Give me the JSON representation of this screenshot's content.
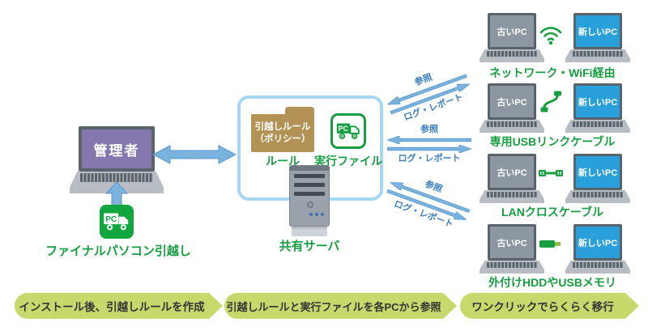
{
  "admin": {
    "screen_label": "管理者",
    "product_label": "ファイナルパソコン引越し",
    "app_icon_text": "PC"
  },
  "server_panel": {
    "folder_line1": "引越しルール",
    "folder_line2": "（ポリシー）",
    "folder_caption": "ルール",
    "exe_caption": "実行ファイル",
    "exe_icon_text": "PC",
    "server_caption": "共有サーバ"
  },
  "arrows": {
    "refer": "参照",
    "log": "ログ・レポート"
  },
  "pc_rows": [
    {
      "old": "古いPC",
      "new": "新しいPC",
      "method": "ネットワーク・WiFi経由"
    },
    {
      "old": "古いPC",
      "new": "新しいPC",
      "method": "専用USBリンクケーブル"
    },
    {
      "old": "古いPC",
      "new": "新しいPC",
      "method": "LANクロスケーブル"
    },
    {
      "old": "古いPC",
      "new": "新しいPC",
      "method": "外付けHDDやUSBメモリ"
    }
  ],
  "steps": [
    "インストール後、引越しルールを作成",
    "引越しルールと実行ファイルを各PCから参照",
    "ワンクリックでらくらく移行"
  ],
  "colors": {
    "accent_green": "#169e40",
    "app_icon_green": "#12a73e",
    "arrow_blue": "#7ab3de",
    "arrow_blue_edge": "#5a99cc",
    "arrow_text_blue": "#3c80c0",
    "panel_border_blue": "#a6d7f2",
    "banner_green": "#c7d96d",
    "old_pc_screen": "#8c97a1",
    "new_pc_screen": "#2aa0da",
    "admin_screen_purple": "#8478af",
    "folder_tan": "#b29355",
    "laptop_frame": "#59636b",
    "server_gray": "#99a2aa"
  }
}
